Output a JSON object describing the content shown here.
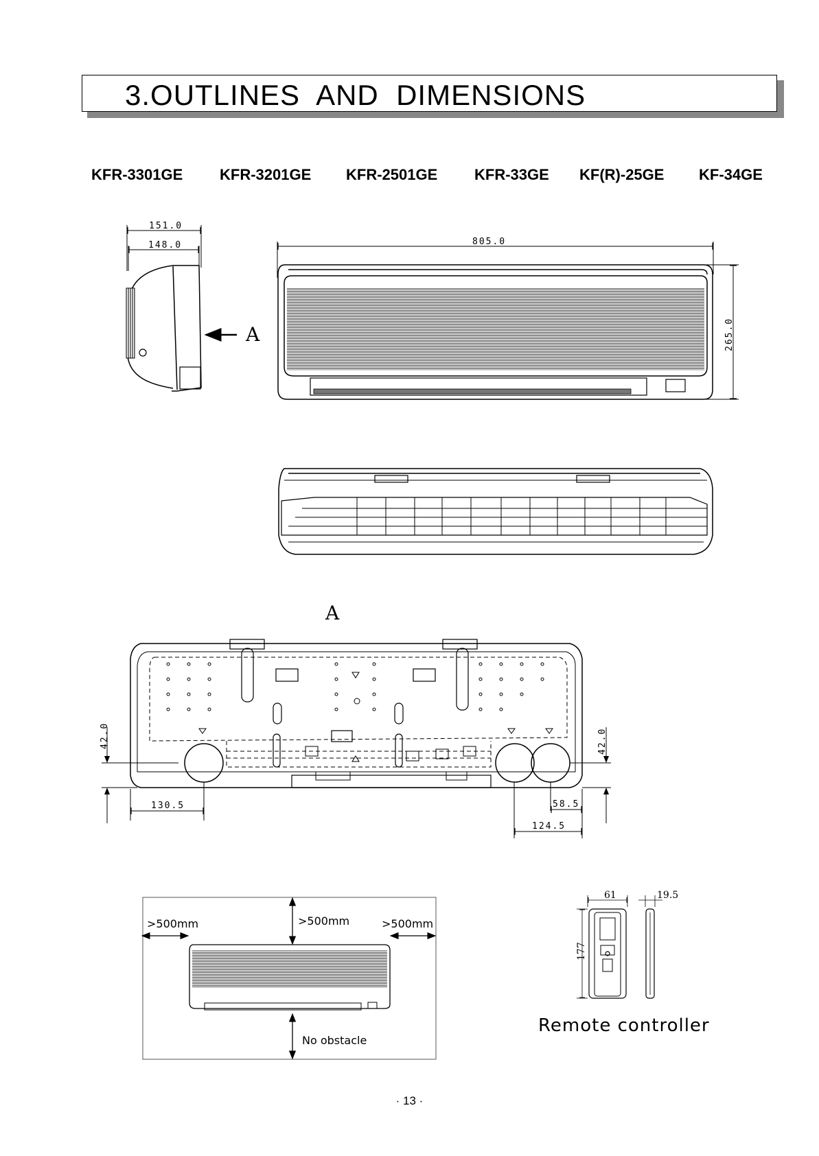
{
  "header": {
    "title": "3.OUTLINES  AND  DIMENSIONS"
  },
  "models": [
    "KFR-3301GE",
    "KFR-3201GE",
    "KFR-2501GE",
    "KFR-33GE",
    "KF(R)-25GE",
    "KF-34GE"
  ],
  "side_view": {
    "dim_outer": "151.0",
    "dim_inner": "148.0",
    "arrow_label": "A"
  },
  "front_view": {
    "width": "805.0",
    "height": "265.0"
  },
  "rear_view": {
    "label": "A",
    "left_height": "42.0",
    "right_height": "42.0",
    "left_offset": "130.5",
    "right_offset_small": "58.5",
    "right_offset_large": "124.5"
  },
  "clearance": {
    "left": ">500mm",
    "top": ">500mm",
    "right": ">500mm",
    "bottom": "No obstacle"
  },
  "remote": {
    "width": "61",
    "depth": "19.5",
    "height": "177",
    "label": "Remote controller"
  },
  "footer": {
    "page_number": "· 13 ·"
  }
}
